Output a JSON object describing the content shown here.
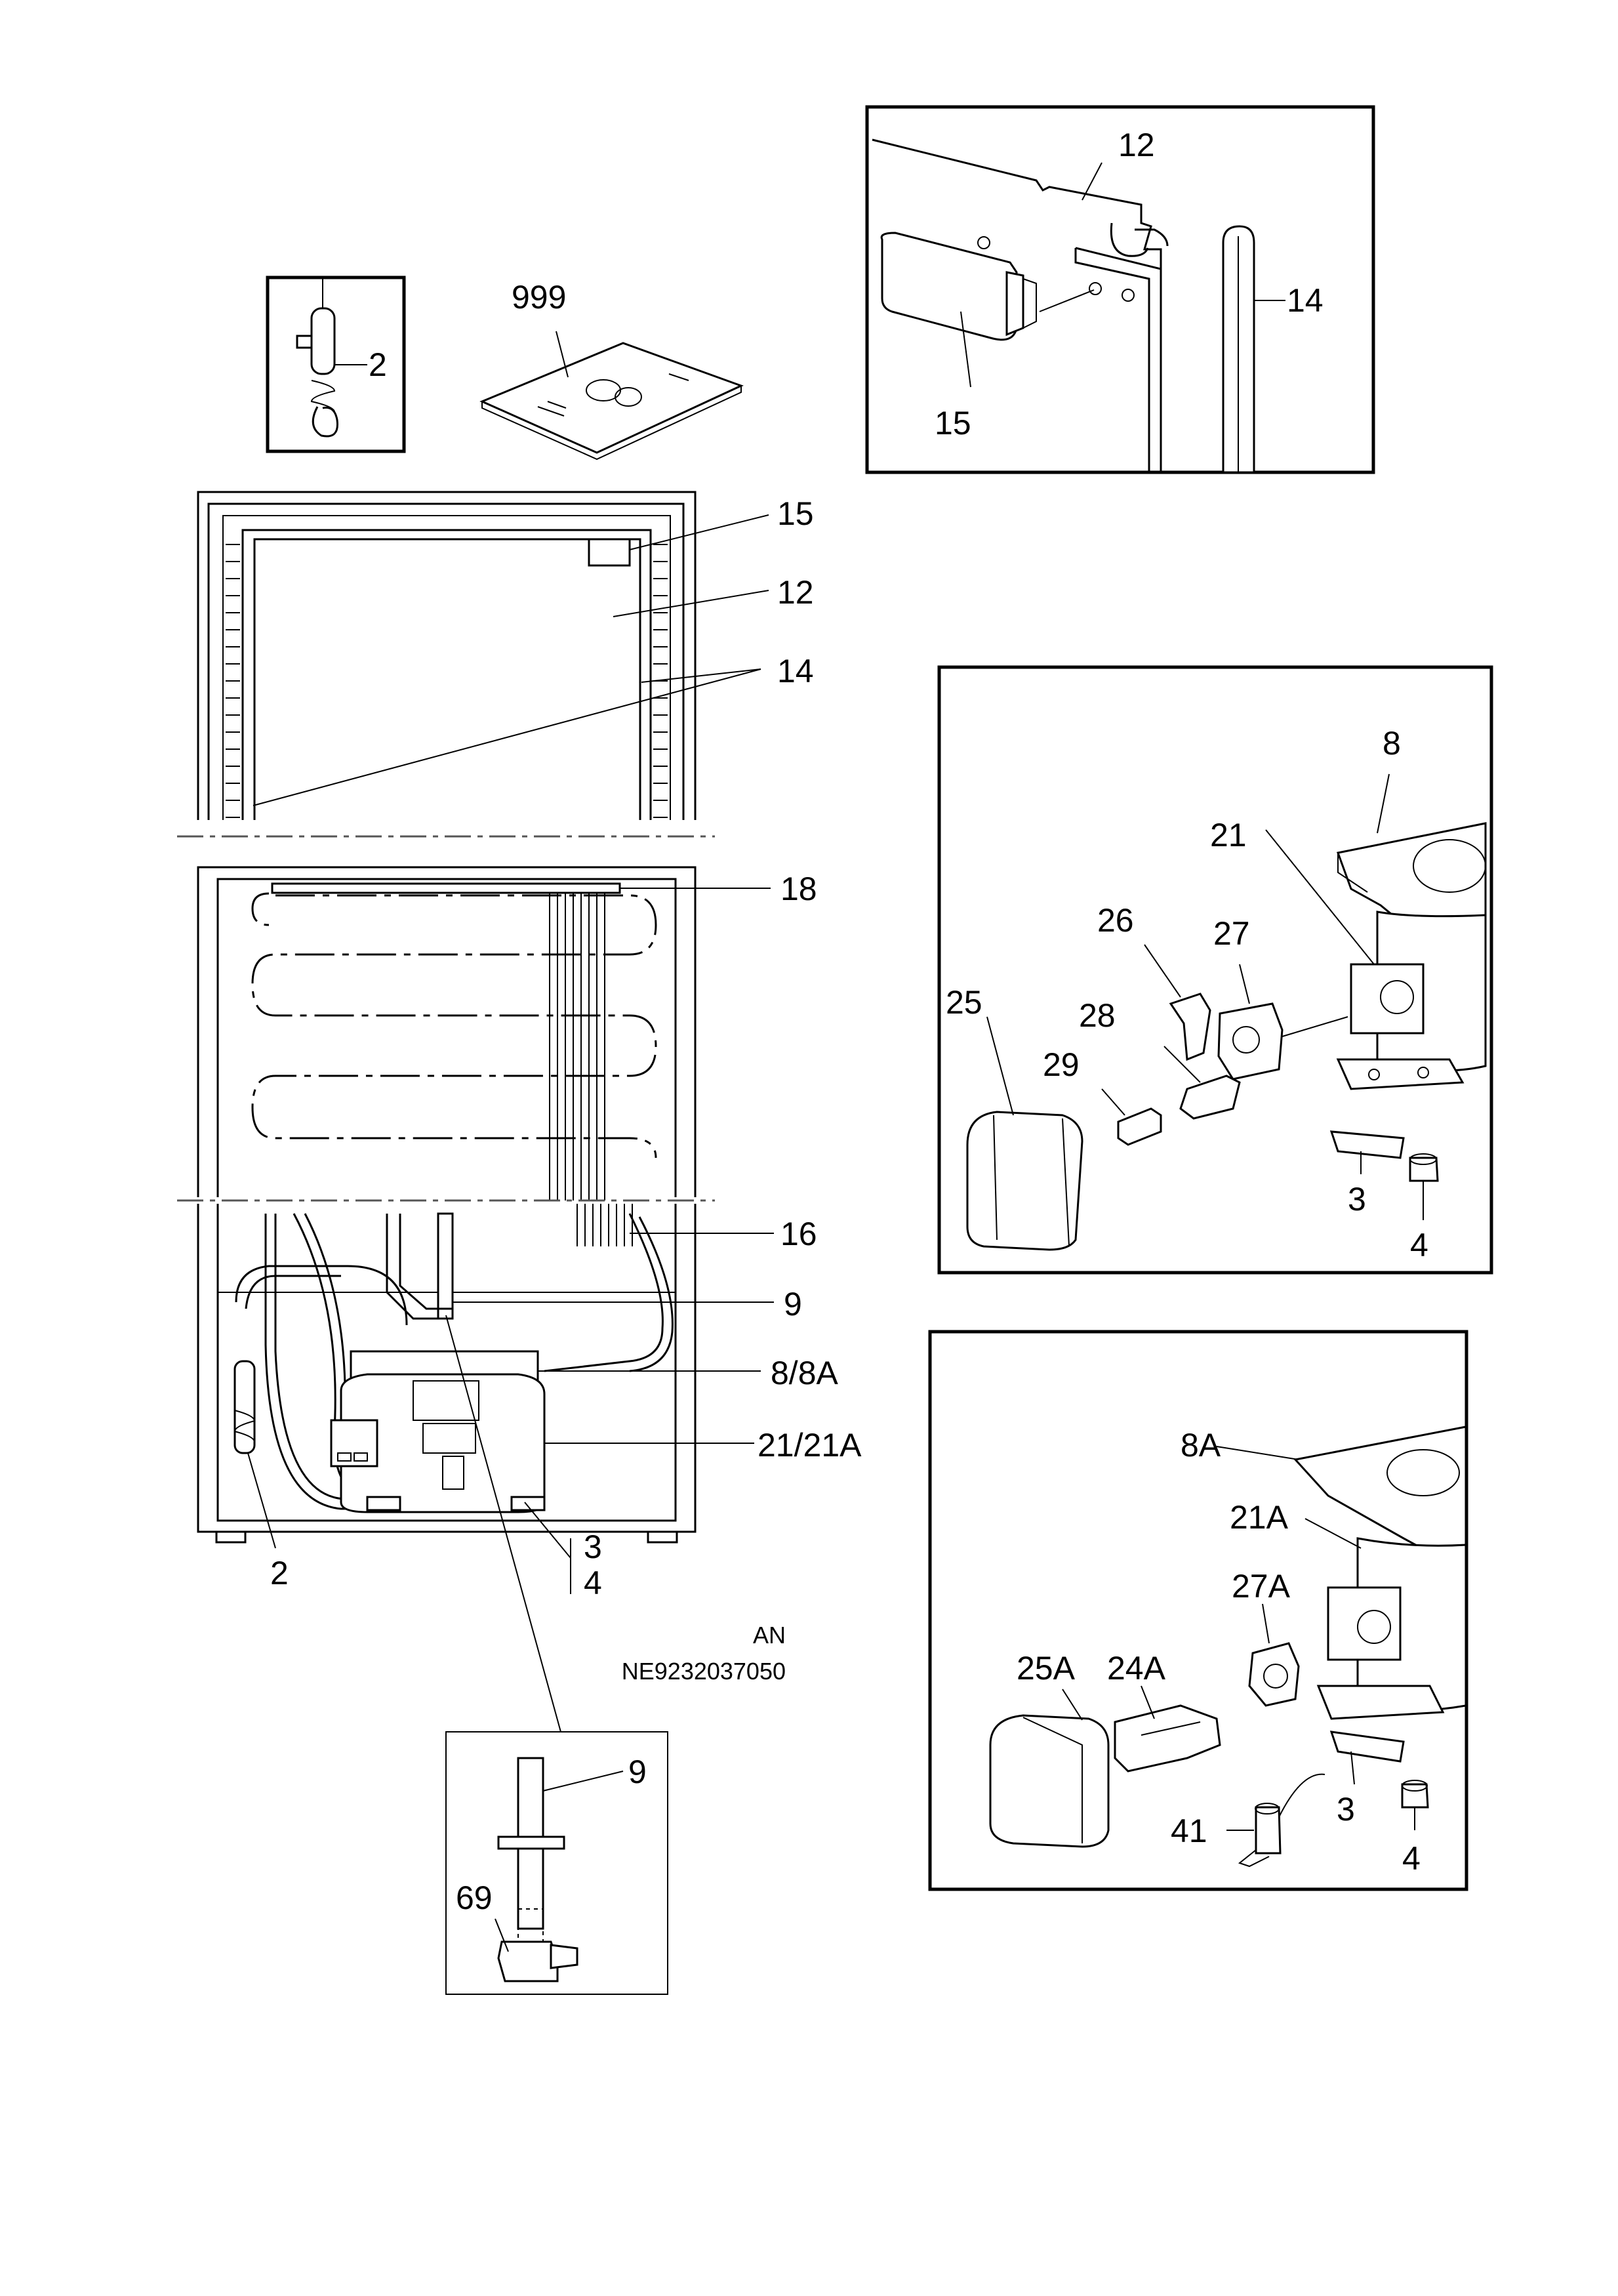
{
  "title": "",
  "labels": {
    "inset_probe_2": "2",
    "manual_999": "999",
    "main_15": "15",
    "main_12": "12",
    "main_14": "14",
    "main_18": "18",
    "main_16": "16",
    "main_9": "9",
    "main_8_8a": "8/8A",
    "main_21_21a": "21/21A",
    "main_2": "2",
    "main_3": "3",
    "main_4": "4",
    "door_12": "12",
    "door_14": "14",
    "door_15": "15",
    "comp_8": "8",
    "comp_21": "21",
    "comp_26": "26",
    "comp_27": "27",
    "comp_25": "25",
    "comp_28": "28",
    "comp_29": "29",
    "comp_3": "3",
    "comp_4": "4",
    "compa_8a": "8A",
    "compa_21a": "21A",
    "compa_27a": "27A",
    "compa_25a": "25A",
    "compa_24a": "24A",
    "compa_3": "3",
    "compa_41": "41",
    "compa_4": "4",
    "drain_9": "9",
    "drain_69": "69"
  },
  "document": {
    "variant": "AN",
    "code": "NE9232037050"
  }
}
